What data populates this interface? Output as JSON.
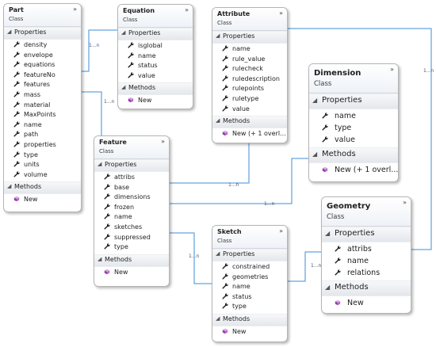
{
  "classes": [
    {
      "name": "Part",
      "kind": "Class",
      "sections": [
        {
          "title": "Properties",
          "items": [
            {
              "label": "density",
              "icon": "wrench"
            },
            {
              "label": "envelope",
              "icon": "wrench"
            },
            {
              "label": "equations",
              "icon": "wrench"
            },
            {
              "label": "featureNo",
              "icon": "wrench"
            },
            {
              "label": "features",
              "icon": "wrench"
            },
            {
              "label": "mass",
              "icon": "wrench"
            },
            {
              "label": "material",
              "icon": "wrench"
            },
            {
              "label": "MaxPoints",
              "icon": "wrench"
            },
            {
              "label": "name",
              "icon": "wrench"
            },
            {
              "label": "path",
              "icon": "wrench"
            },
            {
              "label": "properties",
              "icon": "wrench"
            },
            {
              "label": "type",
              "icon": "wrench"
            },
            {
              "label": "units",
              "icon": "wrench"
            },
            {
              "label": "volume",
              "icon": "wrench"
            }
          ]
        },
        {
          "title": "Methods",
          "items": [
            {
              "label": "New",
              "icon": "method"
            }
          ]
        }
      ]
    },
    {
      "name": "Equation",
      "kind": "Class",
      "sections": [
        {
          "title": "Properties",
          "items": [
            {
              "label": "isglobal",
              "icon": "wrench"
            },
            {
              "label": "name",
              "icon": "wrench"
            },
            {
              "label": "status",
              "icon": "wrench"
            },
            {
              "label": "value",
              "icon": "wrench"
            }
          ]
        },
        {
          "title": "Methods",
          "items": [
            {
              "label": "New",
              "icon": "method"
            }
          ]
        }
      ]
    },
    {
      "name": "Attribute",
      "kind": "Class",
      "sections": [
        {
          "title": "Properties",
          "items": [
            {
              "label": "name",
              "icon": "wrench"
            },
            {
              "label": "rule_value",
              "icon": "wrench"
            },
            {
              "label": "rulecheck",
              "icon": "wrench"
            },
            {
              "label": "ruledescription",
              "icon": "wrench"
            },
            {
              "label": "rulepoints",
              "icon": "wrench"
            },
            {
              "label": "ruletype",
              "icon": "wrench"
            },
            {
              "label": "value",
              "icon": "wrench"
            }
          ]
        },
        {
          "title": "Methods",
          "items": [
            {
              "label": "New (+ 1 overl...",
              "icon": "method"
            }
          ]
        }
      ]
    },
    {
      "name": "Dimension",
      "kind": "Class",
      "sections": [
        {
          "title": "Properties",
          "items": [
            {
              "label": "name",
              "icon": "wrench"
            },
            {
              "label": "type",
              "icon": "wrench"
            },
            {
              "label": "value",
              "icon": "wrench"
            }
          ]
        },
        {
          "title": "Methods",
          "items": [
            {
              "label": "New (+ 1 overl...",
              "icon": "method"
            }
          ]
        }
      ]
    },
    {
      "name": "Feature",
      "kind": "Class",
      "sections": [
        {
          "title": "Properties",
          "items": [
            {
              "label": "attribs",
              "icon": "wrench"
            },
            {
              "label": "base",
              "icon": "wrench"
            },
            {
              "label": "dimensions",
              "icon": "wrench"
            },
            {
              "label": "frozen",
              "icon": "wrench"
            },
            {
              "label": "name",
              "icon": "wrench"
            },
            {
              "label": "sketches",
              "icon": "wrench"
            },
            {
              "label": "suppressed",
              "icon": "wrench"
            },
            {
              "label": "type",
              "icon": "wrench"
            }
          ]
        },
        {
          "title": "Methods",
          "items": [
            {
              "label": "New",
              "icon": "method"
            }
          ]
        }
      ]
    },
    {
      "name": "Geometry",
      "kind": "Class",
      "sections": [
        {
          "title": "Properties",
          "items": [
            {
              "label": "attribs",
              "icon": "wrench"
            },
            {
              "label": "name",
              "icon": "wrench"
            },
            {
              "label": "relations",
              "icon": "wrench"
            }
          ]
        },
        {
          "title": "Methods",
          "items": [
            {
              "label": "New",
              "icon": "method"
            }
          ]
        }
      ]
    },
    {
      "name": "Sketch",
      "kind": "Class",
      "sections": [
        {
          "title": "Properties",
          "items": [
            {
              "label": "constrained",
              "icon": "wrench"
            },
            {
              "label": "geometries",
              "icon": "wrench"
            },
            {
              "label": "name",
              "icon": "wrench"
            },
            {
              "label": "status",
              "icon": "wrench"
            },
            {
              "label": "type",
              "icon": "wrench"
            }
          ]
        },
        {
          "title": "Methods",
          "items": [
            {
              "label": "New",
              "icon": "method"
            }
          ]
        }
      ]
    }
  ],
  "multiplicities": [
    "1...n",
    "1...n",
    "1...n",
    "1...n",
    "1...n",
    "1...n",
    "1...n"
  ],
  "ui": {
    "collapse_glyph": "»",
    "section_toggle_glyph": "◢",
    "connector_color": "#3d8ed8"
  }
}
